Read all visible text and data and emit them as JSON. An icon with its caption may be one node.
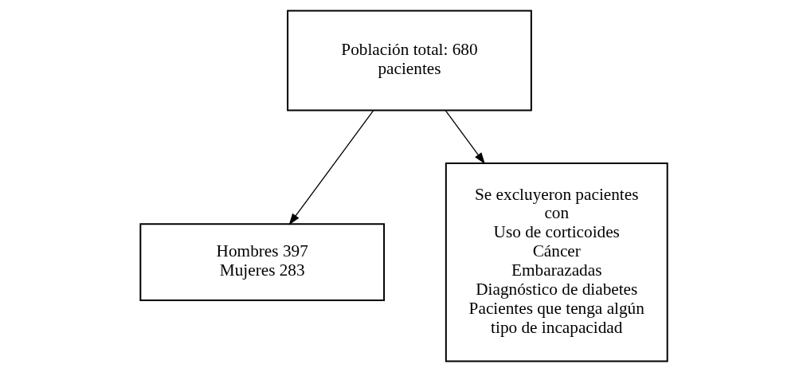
{
  "diagram": {
    "nodes": [
      {
        "text": [
          "Población total: 680 pacientes"
        ]
      },
      {
        "text": [
          "Hombres 397",
          "Mujeres 283"
        ]
      },
      {
        "text": [
          "Se excluyeron pacientes con",
          "Uso de corticoides",
          "Cáncer",
          "Embarazadas",
          "Diagnóstico de diabetes",
          "Pacientes que tenga algún tipo de incapacidad"
        ]
      }
    ],
    "edges": [
      {
        "from": 0,
        "to": 1,
        "arrow": "to"
      },
      {
        "from": 0,
        "to": 2,
        "arrow": "to"
      }
    ]
  }
}
